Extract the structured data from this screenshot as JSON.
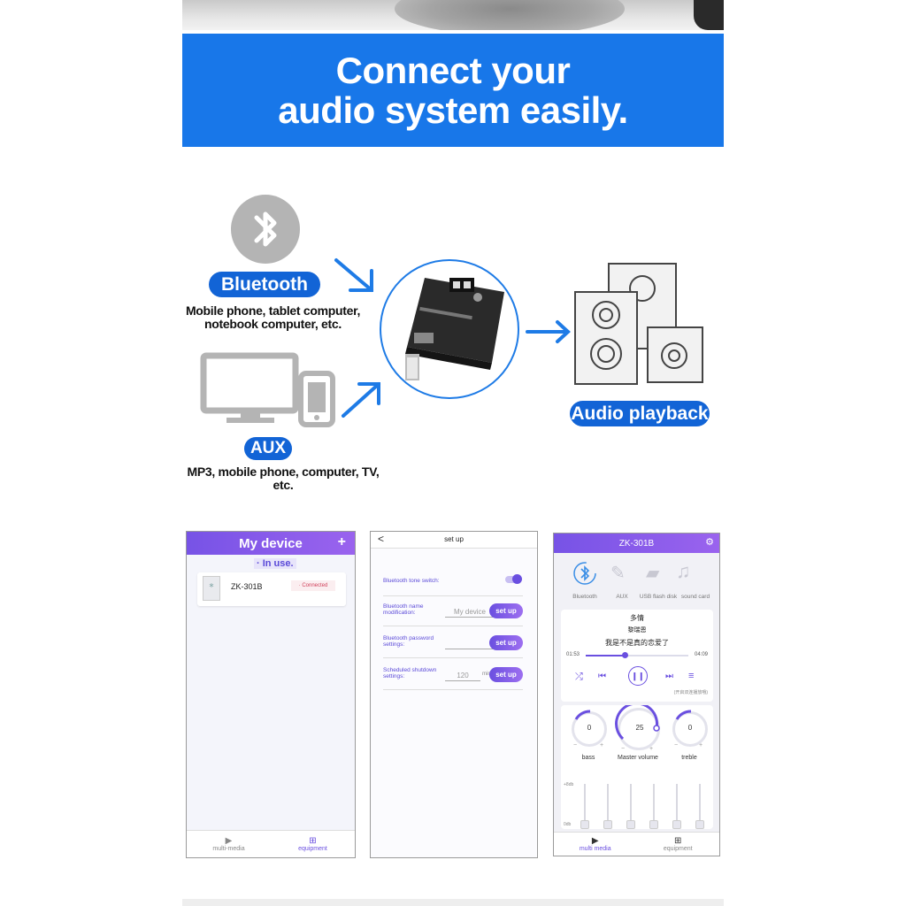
{
  "banner": {
    "line1": "Connect your",
    "line2": "audio system easily."
  },
  "diagram": {
    "bluetooth_label": "Bluetooth",
    "bluetooth_desc_1": "Mobile phone, tablet computer,",
    "bluetooth_desc_2": "notebook computer, etc.",
    "aux_label": "AUX",
    "aux_desc": "MP3, mobile phone, computer, TV, etc.",
    "output_label": "Audio playback",
    "colors": {
      "accent": "#1264d6",
      "arrow": "#1e7be6",
      "gray": "#b4b4b4"
    }
  },
  "screen1": {
    "title": "My device",
    "add": "+",
    "section": "· In use.",
    "device_name": "ZK-301B",
    "device_status": "·  Connected",
    "tabs": [
      {
        "label": "multi-media"
      },
      {
        "label": "equipment"
      }
    ]
  },
  "screen2": {
    "back": "<",
    "title": "set up",
    "rows": [
      {
        "label": "Bluetooth tone switch:"
      },
      {
        "label": "Bluetooth name modification:",
        "placeholder": "My device",
        "button": "set up"
      },
      {
        "label": "Bluetooth password settings:",
        "placeholder": "",
        "button": "set up"
      },
      {
        "label": "Scheduled shutdown settings:",
        "placeholder": "120",
        "unit": "minute",
        "button": "set up"
      }
    ]
  },
  "screen3": {
    "title": "ZK-301B",
    "sources": [
      "Bluetooth",
      "AUX",
      "USB flash disk",
      "sound card"
    ],
    "song_title": "多情",
    "artist": "黎瑞恩",
    "lyric": "我是不是真的恋爱了",
    "time_current": "01:53",
    "time_total": "04:09",
    "progress": 0.38,
    "hint": "(开启双连播放哦)",
    "knobs": [
      {
        "value": "0",
        "label": "bass",
        "minus": "−",
        "plus": "+"
      },
      {
        "value": "25",
        "label": "Master volume",
        "minus": "−",
        "plus": "+"
      },
      {
        "value": "0",
        "label": "treble",
        "minus": "−",
        "plus": "+"
      }
    ],
    "eq_top": "+8db",
    "eq_bottom": "0db",
    "tabs": [
      {
        "label": "multi media"
      },
      {
        "label": "equipment"
      }
    ]
  }
}
